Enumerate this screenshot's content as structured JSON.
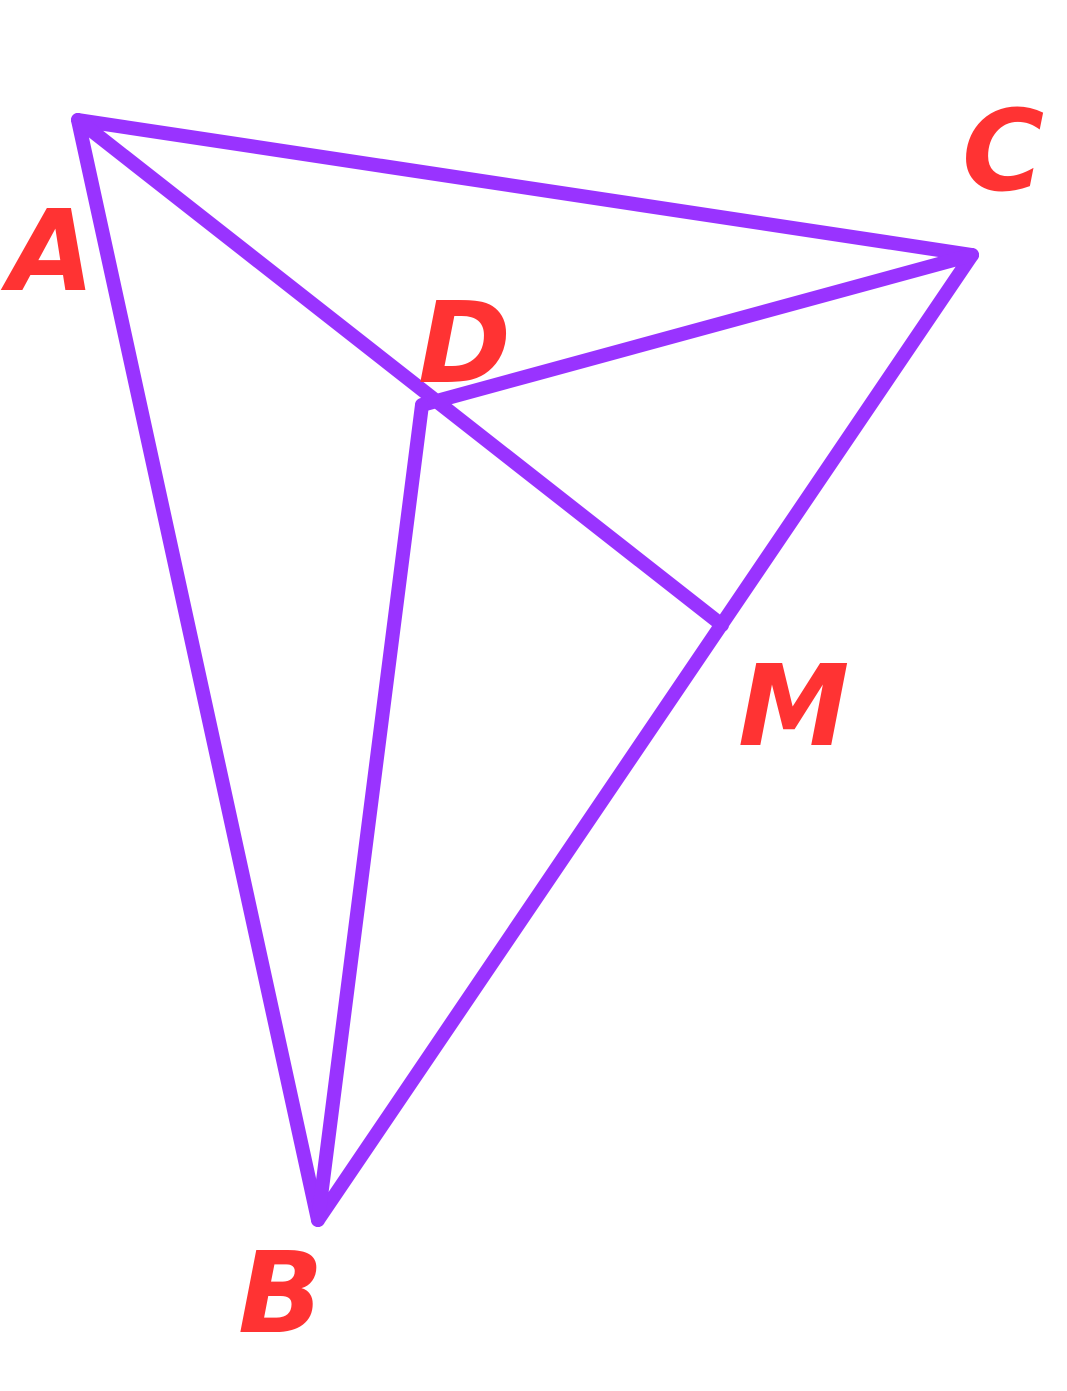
{
  "colors": {
    "edge": "#9933ff",
    "label": "#ff3333",
    "background": "#ffffff"
  },
  "points": {
    "A": "A",
    "B": "B",
    "C": "C",
    "D": "D",
    "M": "M"
  },
  "segments": [
    [
      "A",
      "C"
    ],
    [
      "A",
      "B"
    ],
    [
      "A",
      "M"
    ],
    [
      "C",
      "B"
    ],
    [
      "D",
      "C"
    ],
    [
      "D",
      "B"
    ]
  ]
}
